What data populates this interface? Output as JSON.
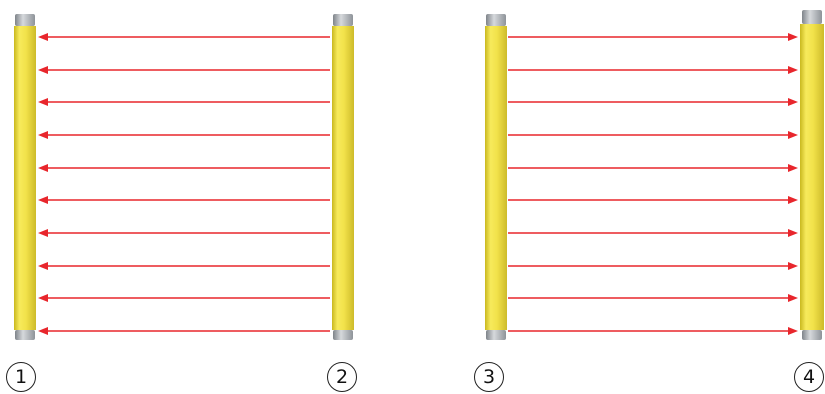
{
  "figure": {
    "beam_color": "#e8262c",
    "bar_color": "#f2e24a",
    "cap_color": "#a9adb3",
    "beams_per_pair": 10
  },
  "pairs": [
    {
      "direction": "right-to-left",
      "units": [
        {
          "label": "1"
        },
        {
          "label": "2"
        }
      ]
    },
    {
      "direction": "left-to-right",
      "units": [
        {
          "label": "3"
        },
        {
          "label": "4"
        }
      ]
    }
  ]
}
